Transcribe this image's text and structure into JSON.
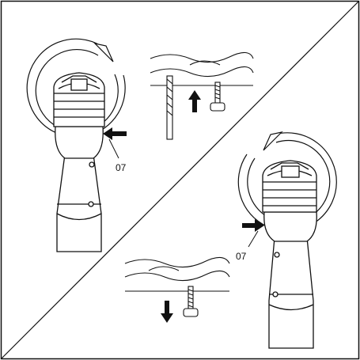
{
  "panels": [
    {
      "id": "top-left",
      "action": "tighten",
      "rotation": "clockwise",
      "label": "07",
      "fastener_motion": "up"
    },
    {
      "id": "bottom-right",
      "action": "loosen",
      "rotation": "counterclockwise",
      "label": "07",
      "fastener_motion": "down"
    }
  ],
  "colors": {
    "line": "#111111",
    "background": "#ffffff"
  },
  "icons": [
    "drill-icon",
    "rotation-arrow-icon",
    "screw-icon",
    "drill-bit-icon",
    "direction-arrow-icon"
  ]
}
